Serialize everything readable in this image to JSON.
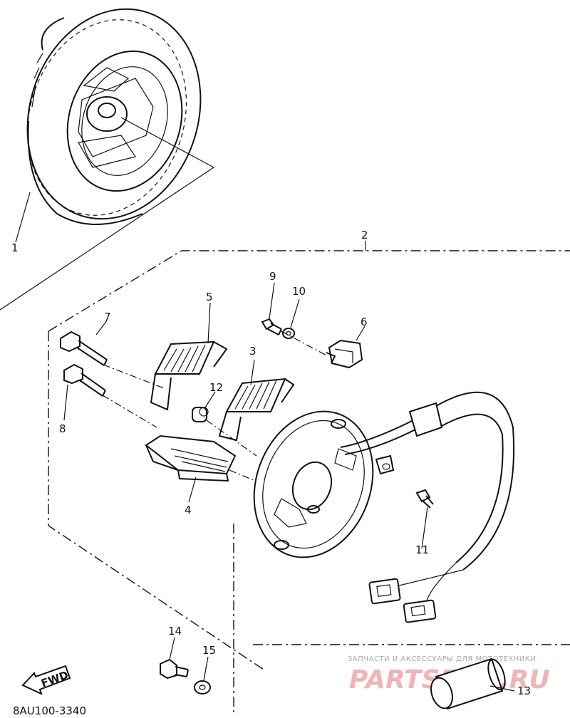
{
  "diagram": {
    "callouts": [
      {
        "id": "1",
        "label": "1"
      },
      {
        "id": "2",
        "label": "2"
      },
      {
        "id": "3",
        "label": "3"
      },
      {
        "id": "4",
        "label": "4"
      },
      {
        "id": "5",
        "label": "5"
      },
      {
        "id": "6",
        "label": "6"
      },
      {
        "id": "7",
        "label": "7"
      },
      {
        "id": "8",
        "label": "8"
      },
      {
        "id": "9",
        "label": "9"
      },
      {
        "id": "10",
        "label": "10"
      },
      {
        "id": "11",
        "label": "11"
      },
      {
        "id": "12",
        "label": "12"
      },
      {
        "id": "13",
        "label": "13"
      },
      {
        "id": "14",
        "label": "14"
      },
      {
        "id": "15",
        "label": "15"
      }
    ],
    "fwd_label": "FWD",
    "drawing_code": "8AU100-3340"
  },
  "watermark": {
    "tagline": "ЗАПЧАСТИ И АКСЕССУАРЫ ДЛЯ МОТОТЕХНИКИ",
    "logo_text": "PARTSFOR.RU"
  }
}
